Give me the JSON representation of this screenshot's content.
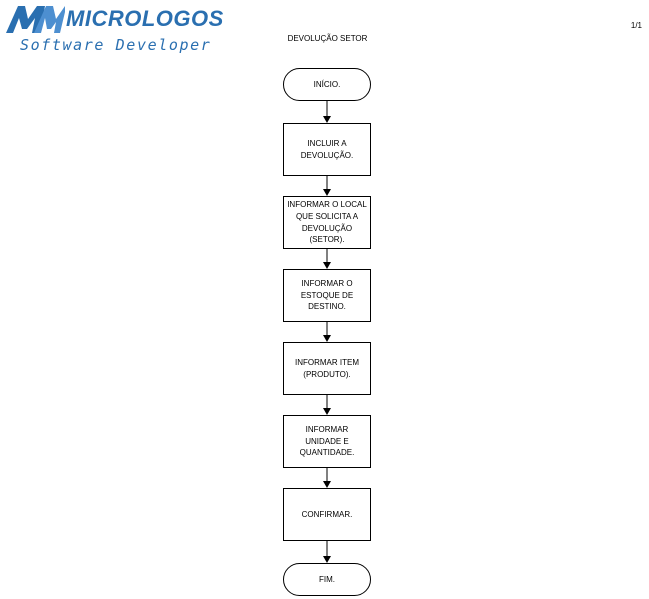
{
  "header": {
    "logo_name": "MICROLOGOS",
    "logo_tagline": "Software Developer",
    "page_number": "1/1",
    "title": "DEVOLUÇÃO SETOR"
  },
  "flowchart": {
    "nodes": [
      {
        "id": "start",
        "type": "terminal",
        "label": "INÍCIO."
      },
      {
        "id": "step-1",
        "type": "process",
        "label": "INCLUIR A\nDEVOLUÇÃO."
      },
      {
        "id": "step-2",
        "type": "process",
        "label": "INFORMAR O LOCAL\nQUE SOLICITA A\nDEVOLUÇÃO\n(SETOR)."
      },
      {
        "id": "step-3",
        "type": "process",
        "label": "INFORMAR O\nESTOQUE DE\nDESTINO."
      },
      {
        "id": "step-4",
        "type": "process",
        "label": "INFORMAR ITEM\n(PRODUTO)."
      },
      {
        "id": "step-5",
        "type": "process",
        "label": "INFORMAR\nUNIDADE E\nQUANTIDADE."
      },
      {
        "id": "step-6",
        "type": "process",
        "label": "CONFIRMAR."
      },
      {
        "id": "end",
        "type": "terminal",
        "label": "FIM."
      }
    ],
    "edges": [
      {
        "from": "start",
        "to": "step-1"
      },
      {
        "from": "step-1",
        "to": "step-2"
      },
      {
        "from": "step-2",
        "to": "step-3"
      },
      {
        "from": "step-3",
        "to": "step-4"
      },
      {
        "from": "step-4",
        "to": "step-5"
      },
      {
        "from": "step-5",
        "to": "step-6"
      },
      {
        "from": "step-6",
        "to": "end"
      }
    ]
  },
  "colors": {
    "brand": "#2a6fb0",
    "line": "#000000"
  }
}
